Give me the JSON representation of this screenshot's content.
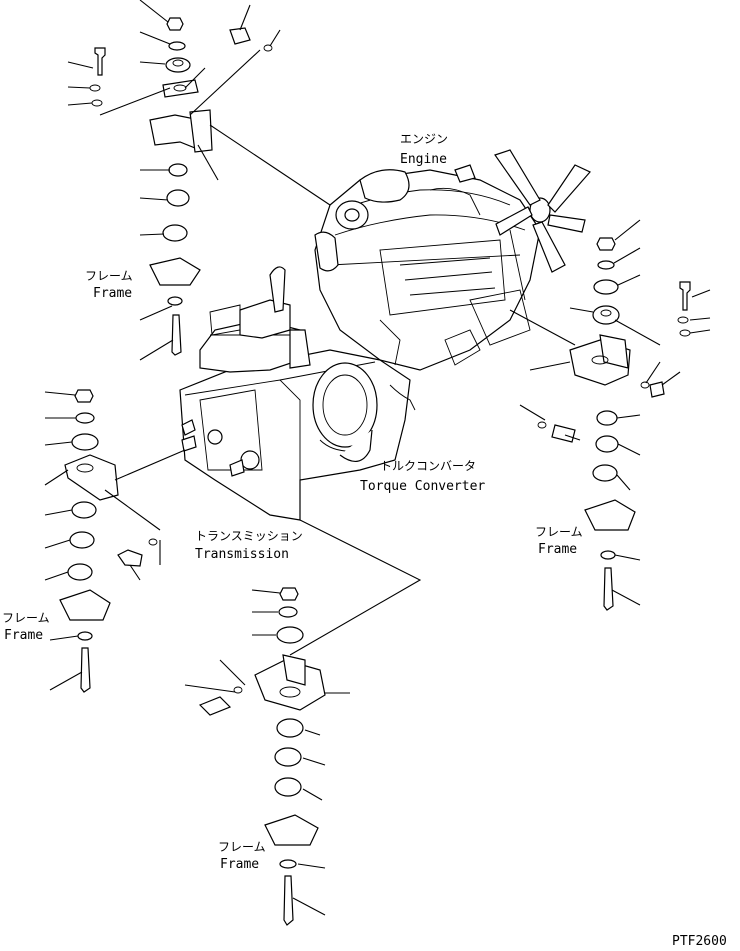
{
  "labels": {
    "engine_jp": "エンジン",
    "engine_en": "Engine",
    "torque_jp": "トルクコンバータ",
    "torque_en": "Torque Converter",
    "transmission_jp": "トランスミッション",
    "transmission_en": "Transmission",
    "frame_jp": "フレーム",
    "frame_en": "Frame"
  },
  "drawing_code": "PTF2600"
}
